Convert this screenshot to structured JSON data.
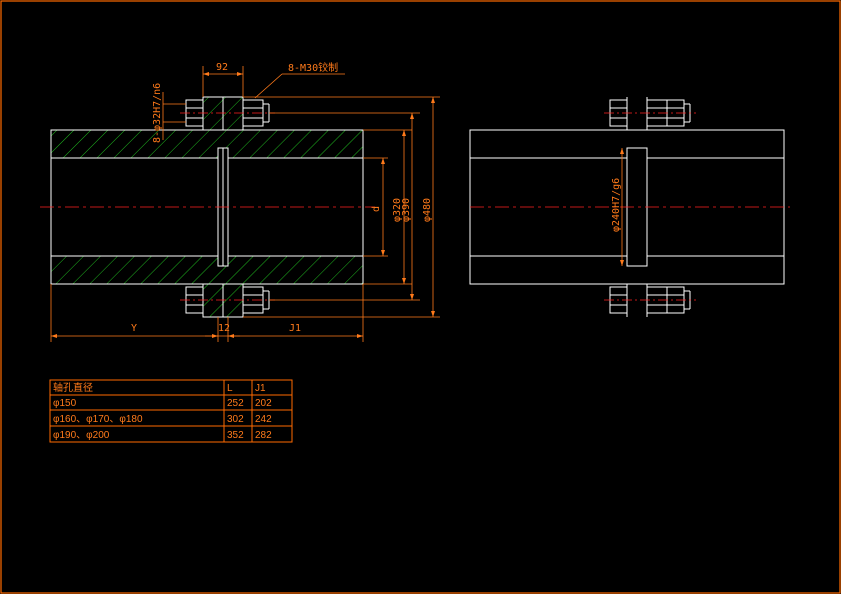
{
  "colors": {
    "background": "#000000",
    "frame": "#ff6a00",
    "outline": "#ffffff",
    "dimension": "#ff7a1a",
    "hatch": "#1fb81f",
    "centerline": "#ff2020",
    "table": "#ff6a00"
  },
  "dimensions": {
    "flange_width": "92",
    "bolt_note": "8-M30铰制",
    "bolt_fit": "8-φ32H7/n6",
    "bore": "d",
    "dia_320": "φ320",
    "dia_390": "φ390",
    "dia_480": "φ480",
    "gap": "12",
    "left_length": "Y",
    "right_length": "J1",
    "spigot_fit": "φ240H7/g6"
  },
  "table": {
    "headers": [
      "轴孔直径",
      "L",
      "J1"
    ],
    "rows": [
      [
        "φ150",
        "252",
        "202"
      ],
      [
        "φ160、φ170、φ180",
        "302",
        "242"
      ],
      [
        "φ190、φ200",
        "352",
        "282"
      ]
    ]
  }
}
